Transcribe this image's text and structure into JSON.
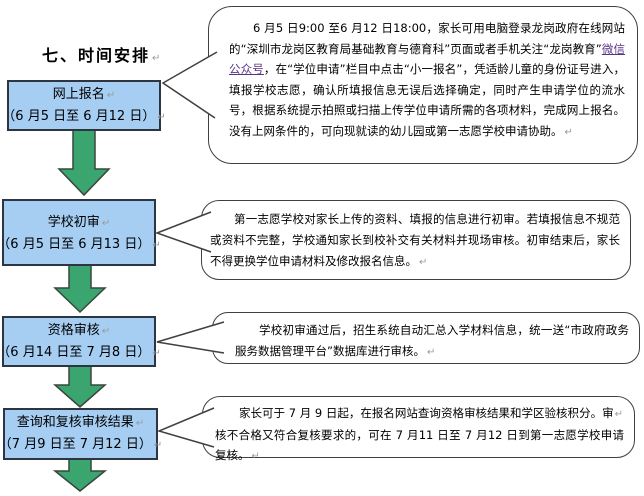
{
  "title": {
    "text": "七、时间安排",
    "mark": "↵"
  },
  "colors": {
    "box_fill": "#a6cdf2",
    "box_border": "#2c3540",
    "arrow_fill": "#3aa56e",
    "arrow_stroke": "#3a463c",
    "bubble_border": "#404040",
    "bubble_fill": "#ffffff",
    "link_color": "#5a3286",
    "mark_color": "#999999",
    "text_color": "#000000"
  },
  "flow_steps": [
    {
      "name": "网上报名",
      "date": "（6 月5 日至 6 月12 日）",
      "mark": "↵"
    },
    {
      "name": "学校初审",
      "date": "（6 月5 日至 6 月13 日）",
      "mark": "↵"
    },
    {
      "name": "资格审核",
      "date": "（6 月14 日至 7 月8 日）",
      "mark": "↵"
    },
    {
      "name": "查询和复核审核结果",
      "date": "（7 月9 日至 7 月12 日）",
      "mark": "↵"
    }
  ],
  "callouts": [
    {
      "segments": [
        {
          "text": "6 月5 日9:00 至6 月12 日18:00，家长可用电脑登录龙岗政府在线网站的“深圳市龙岗区教育局基础教育与德育科”页面或者手机关注“龙岗教育”"
        },
        {
          "text": "微信公众号",
          "style": "link"
        },
        {
          "text": "，在“学位申请”栏目中点击“小一报名”，凭适龄儿童的身份证号进入，填报学校志愿，确认所填报信息无误后选择确定，同时产生申请学位的流水号，根据系统提示拍照或扫描上传学位申请所需的各项材料，完成网上报名。没有上网条件的，可向现就读的幼儿园或第一志愿学校申请协助。"
        }
      ],
      "mark": "↵"
    },
    {
      "segments": [
        {
          "text": "第一志愿学校对家长上传的资料、填报的信息进行初审。若填报信息不规范或资料不完整，学校通知家长到校补交有关材料并现场审核。初审结束后，家长不得更换学位申请材料及修改报名信息。"
        }
      ],
      "mark": "↵"
    },
    {
      "segments": [
        {
          "text": "学校初审通过后，招生系统自动汇总入学材料信息，统一送“市政府政务服务数据管理平台”数据库进行审核。"
        }
      ],
      "mark": "↵"
    },
    {
      "segments": [
        {
          "text": "家长可于 7 月 9 日起，在报名网站查询资格审核结果和学区验核积分。审"
        },
        {
          "text": "↵",
          "style": "mark"
        },
        {
          "text": "核不合格又符合复核要求的，可在 7 月11 日至 7 月12 日到第一志愿学校申请复核。"
        }
      ],
      "mark": "↵"
    }
  ]
}
